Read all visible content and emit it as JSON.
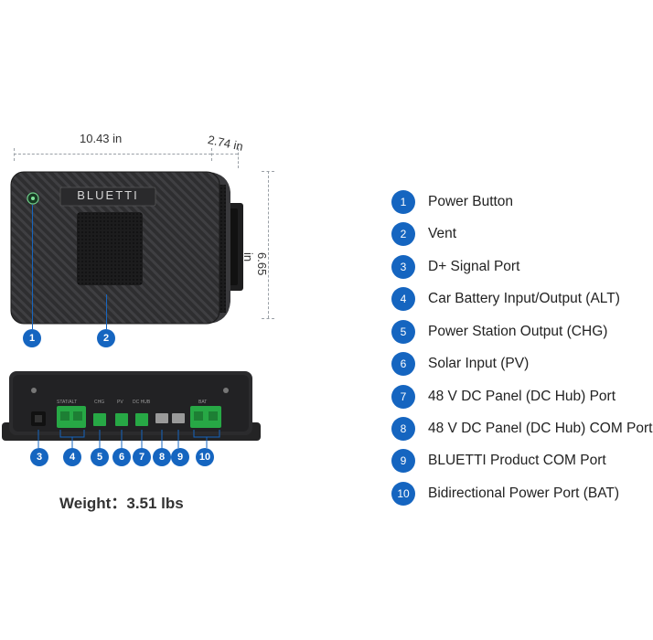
{
  "dimensions": {
    "width": "10.43 in",
    "depth": "2.74 in",
    "height": "6.65 in"
  },
  "device": {
    "brand": "BLUETTI",
    "colors": {
      "body": "#2b2b2d",
      "terminal": "#27a845",
      "badge": "#1565c0"
    }
  },
  "top_callouts": [
    "1",
    "2"
  ],
  "bottom_callouts": [
    "3",
    "4",
    "5",
    "6",
    "7",
    "8",
    "9",
    "10"
  ],
  "port_labels": [
    "STAT/ALT",
    "CHG",
    "PV",
    "DC HUB",
    "BAT"
  ],
  "weight": {
    "label": "Weight：",
    "value": "3.51 lbs"
  },
  "legend": [
    {
      "num": "1",
      "label": "Power Button"
    },
    {
      "num": "2",
      "label": "Vent"
    },
    {
      "num": "3",
      "label": "D+ Signal Port"
    },
    {
      "num": "4",
      "label": "Car Battery Input/Output (ALT)"
    },
    {
      "num": "5",
      "label": "Power Station Output (CHG)"
    },
    {
      "num": "6",
      "label": "Solar Input (PV)"
    },
    {
      "num": "7",
      "label": "48 V DC Panel (DC Hub) Port"
    },
    {
      "num": "8",
      "label": "48 V DC Panel (DC Hub) COM Port"
    },
    {
      "num": "9",
      "label": "BLUETTI Product COM Port"
    },
    {
      "num": "10",
      "label": "Bidirectional Power Port (BAT)"
    }
  ]
}
